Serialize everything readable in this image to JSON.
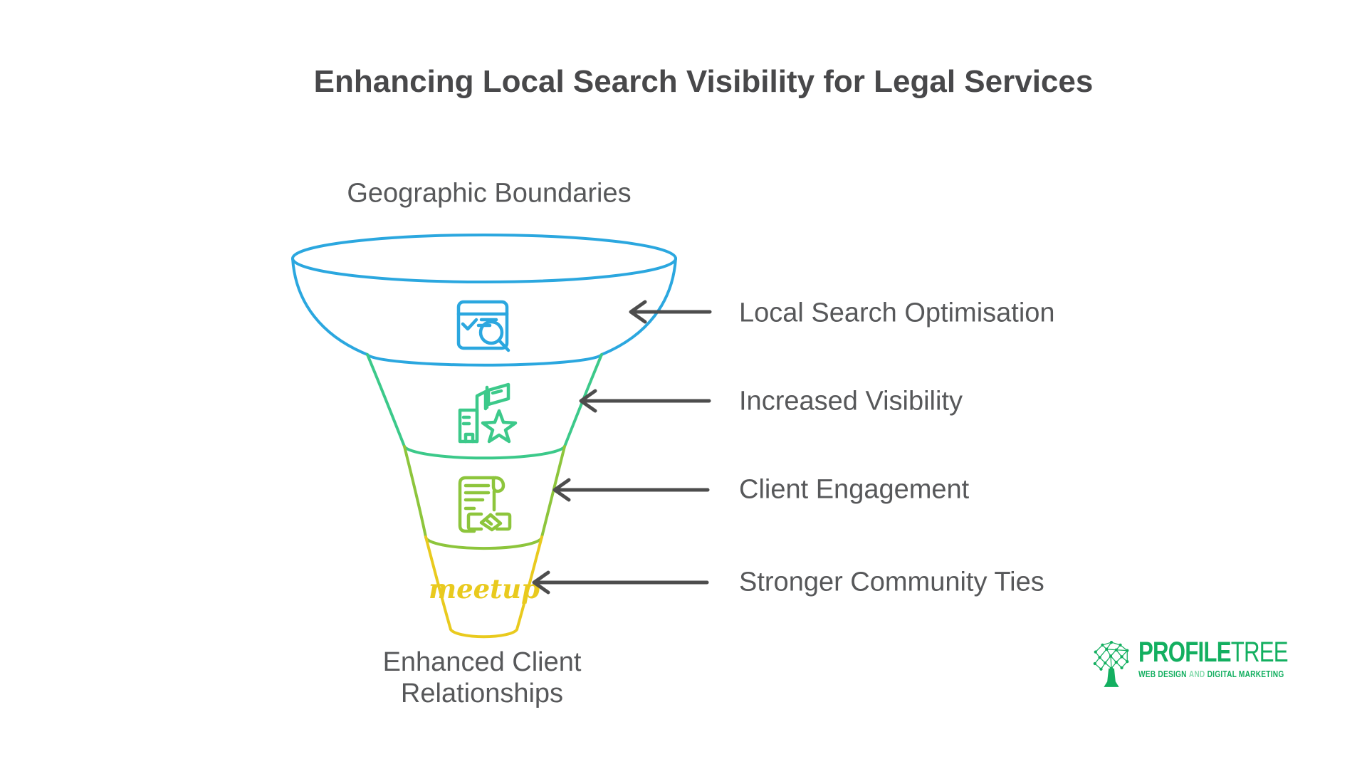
{
  "title": "Enhancing Local Search Visibility for Legal Services",
  "funnel": {
    "top_label": "Geographic Boundaries",
    "bottom_label": "Enhanced Client Relationships",
    "arrow_color": "#4D4D4D",
    "sections": [
      {
        "label": "Local Search Optimisation",
        "color": "#2BA7DF",
        "icon": "browser-search-icon"
      },
      {
        "label": "Increased Visibility",
        "color": "#3CC98A",
        "icon": "city-buildings-star-icon"
      },
      {
        "label": "Client Engagement",
        "color": "#8DC53C",
        "icon": "contract-handshake-icon"
      },
      {
        "label": "Stronger Community Ties",
        "color": "#E9CA1E",
        "icon": "meetup-script-logo",
        "icon_text": "meetup"
      }
    ]
  },
  "logo": {
    "brand_primary": "PROFILE",
    "brand_secondary": "TREE",
    "tagline_web_design": "WEB DESIGN",
    "tagline_and": "AND",
    "tagline_marketing": "DIGITAL MARKETING",
    "color": "#13AF60",
    "color_light": "#8ADBAF"
  }
}
